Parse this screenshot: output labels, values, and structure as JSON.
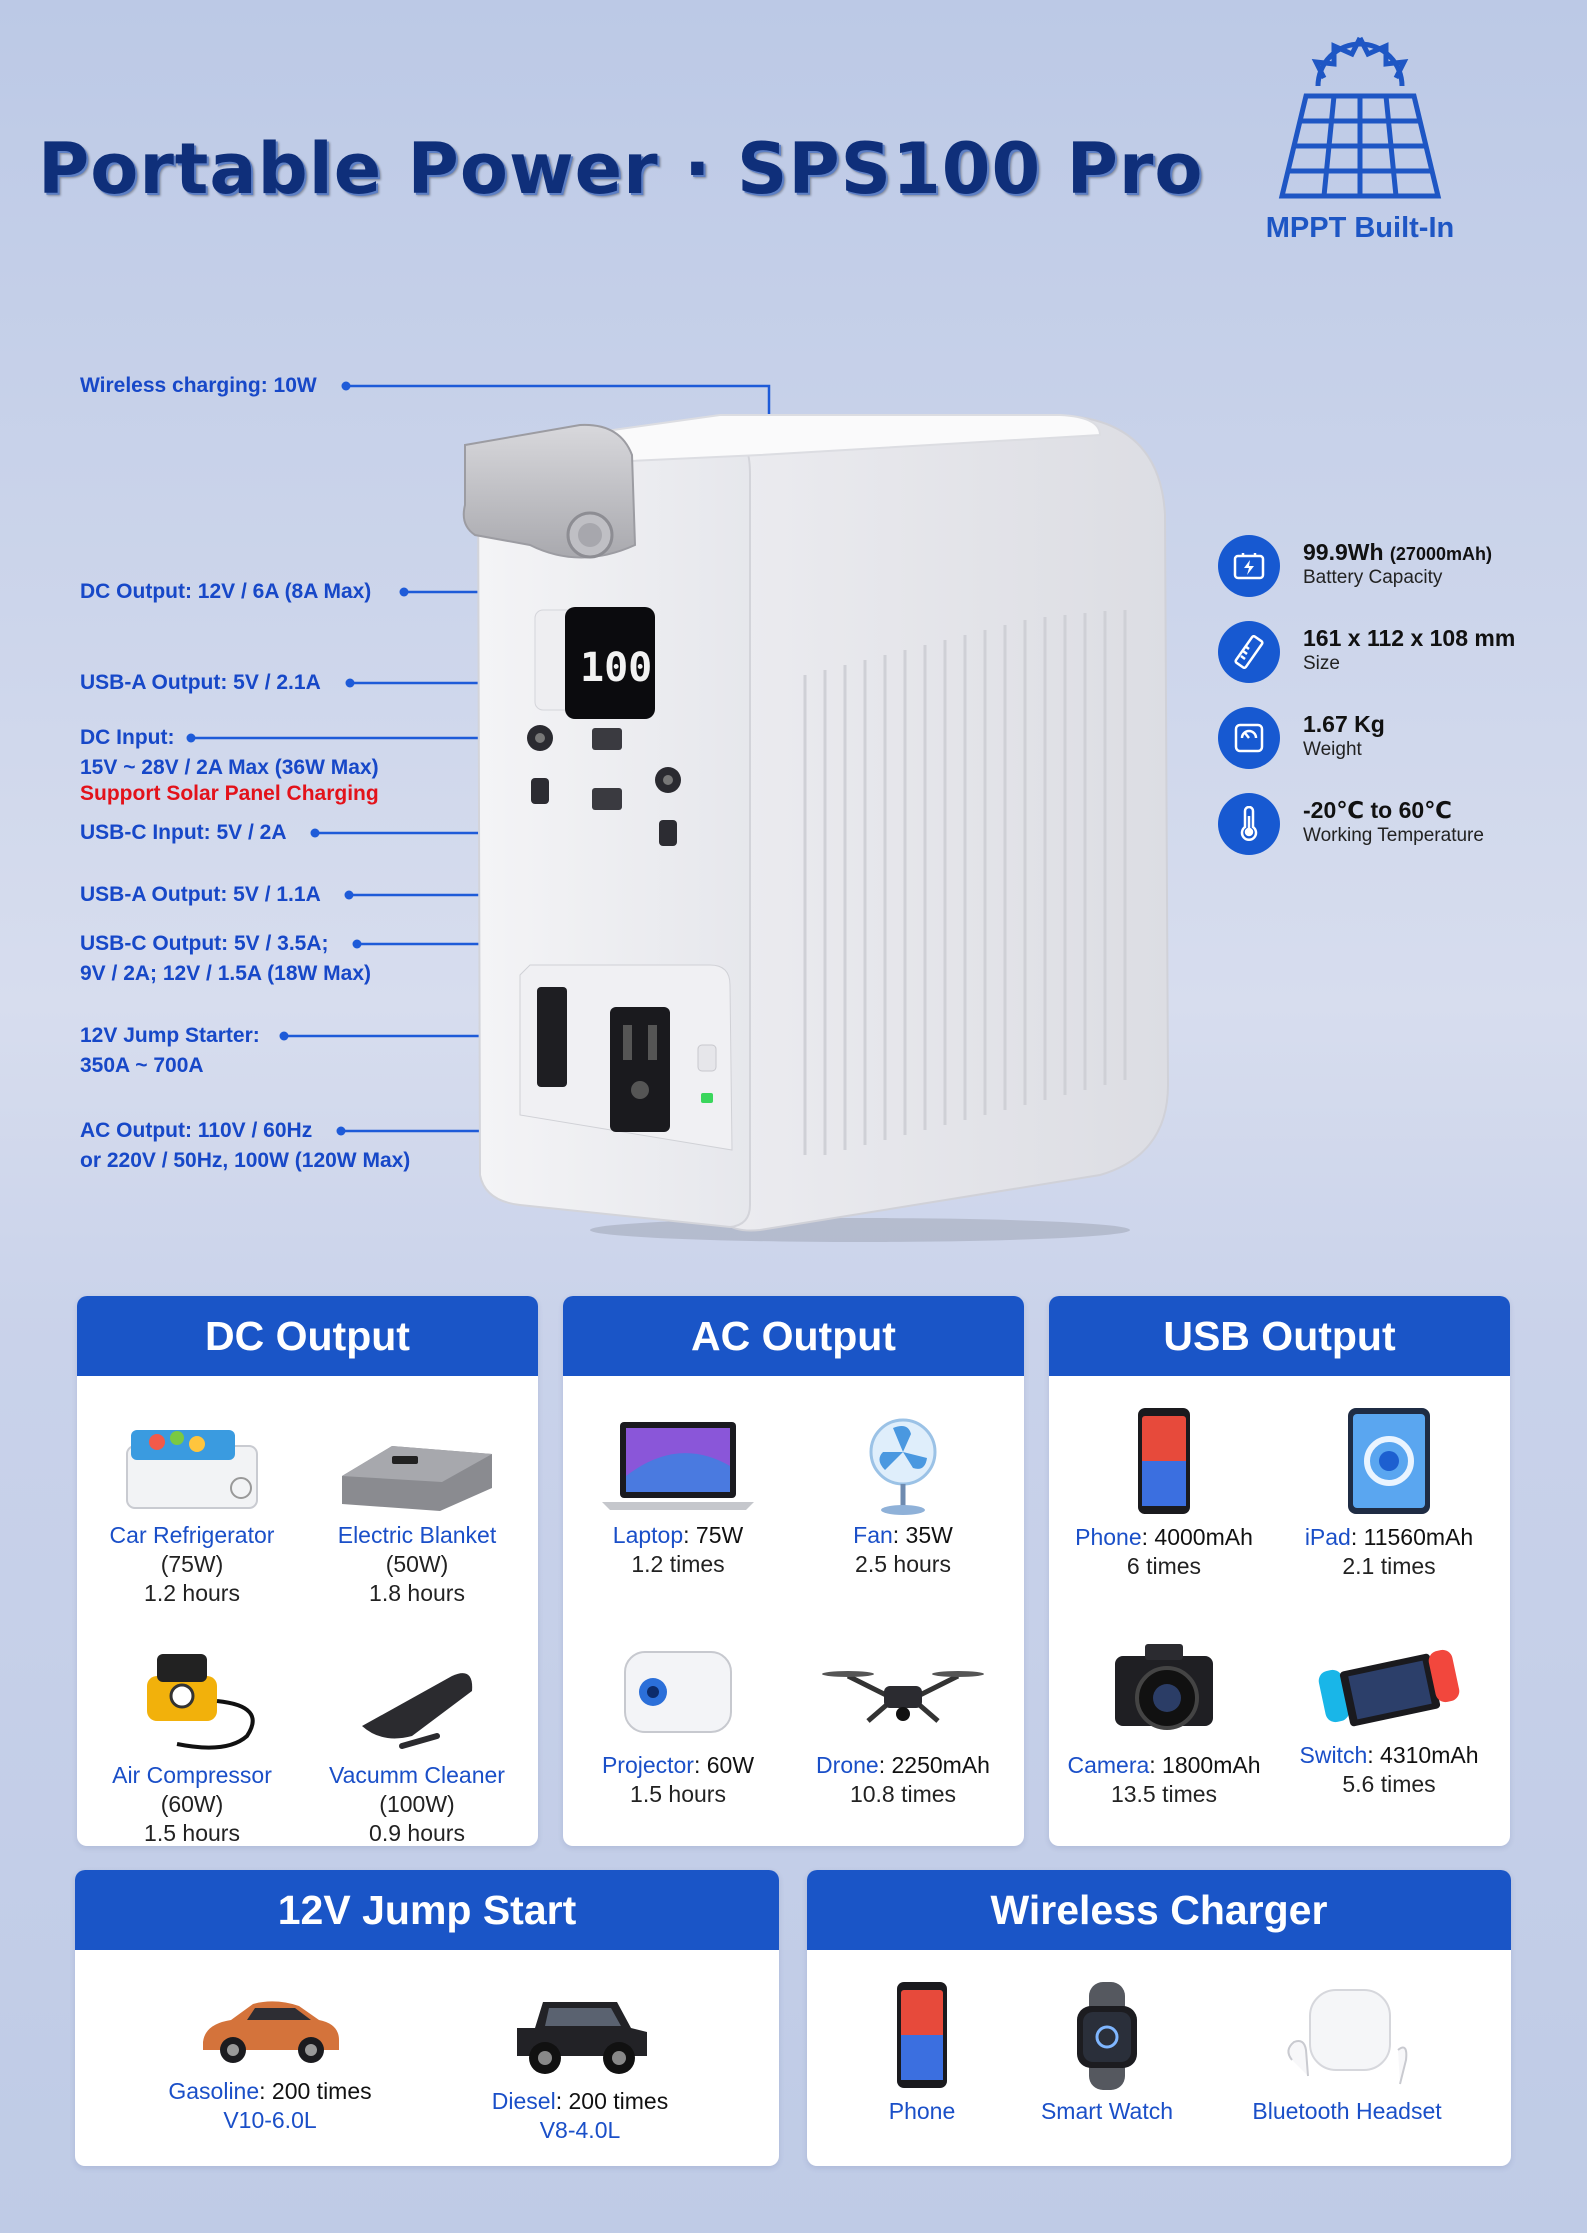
{
  "title": "Portable Power · SPS100 Pro",
  "mppt_label": "MPPT Built-In",
  "callouts": {
    "wireless": "Wireless charging: 10W",
    "dc_output": "DC Output: 12V / 6A (8A Max)",
    "usba_out1": "USB-A Output: 5V / 2.1A",
    "dc_input": "DC Input:",
    "dc_input_range": "15V ~ 28V / 2A Max (36W Max)",
    "solar_note": "Support Solar Panel Charging",
    "usbc_input": "USB-C Input: 5V / 2A",
    "usba_out2": "USB-A Output: 5V / 1.1A",
    "usbc_output": "USB-C Output: 5V / 3.5A;",
    "usbc_output2": "9V / 2A;  12V / 1.5A (18W Max)",
    "jump": "12V Jump Starter:",
    "jump2": "350A ~ 700A",
    "ac_output": "AC Output: 110V / 60Hz",
    "ac_output2": "or 220V / 50Hz, 100W (120W Max)"
  },
  "display_value": "100",
  "specs": [
    {
      "icon": "battery-icon",
      "value": "99.9Wh",
      "extra": "(27000mAh)",
      "label": "Battery Capacity"
    },
    {
      "icon": "ruler-icon",
      "value": "161 x 112 x 108 mm",
      "extra": "",
      "label": "Size"
    },
    {
      "icon": "scale-icon",
      "value": "1.67 Kg",
      "extra": "",
      "label": "Weight"
    },
    {
      "icon": "thermometer-icon",
      "value": "-20℃ to 60℃",
      "extra": "",
      "label": "Working Temperature"
    }
  ],
  "dc_output": {
    "title": "DC Output",
    "items": [
      {
        "name": "Car Refrigerator",
        "power": "(75W)",
        "time": "1.2 hours"
      },
      {
        "name": "Electric Blanket",
        "power": "(50W)",
        "time": "1.8 hours"
      },
      {
        "name": "Air Compressor",
        "power": "(60W)",
        "time": "1.5 hours"
      },
      {
        "name": "Vacumm Cleaner",
        "power": "(100W)",
        "time": "0.9 hours"
      }
    ]
  },
  "ac_output": {
    "title": "AC Output",
    "items": [
      {
        "name": "Laptop",
        "detail": ": 75W",
        "time": "1.2 times"
      },
      {
        "name": "Fan",
        "detail": ": 35W",
        "time": "2.5 hours"
      },
      {
        "name": "Projector",
        "detail": ": 60W",
        "time": "1.5 hours"
      },
      {
        "name": "Drone",
        "detail": ": 2250mAh",
        "time": "10.8 times"
      }
    ]
  },
  "usb_output": {
    "title": "USB Output",
    "items": [
      {
        "name": "Phone",
        "detail": ": 4000mAh",
        "time": "6 times"
      },
      {
        "name": "iPad",
        "detail": ": 11560mAh",
        "time": "2.1 times"
      },
      {
        "name": "Camera",
        "detail": ": 1800mAh",
        "time": "13.5 times"
      },
      {
        "name": "Switch",
        "detail": ": 4310mAh",
        "time": "5.6 times"
      }
    ]
  },
  "jump_start": {
    "title": "12V Jump Start",
    "items": [
      {
        "name": "Gasoline",
        "detail": ": 200 times",
        "engine": "V10-6.0L"
      },
      {
        "name": "Diesel",
        "detail": ": 200 times",
        "engine": "V8-4.0L"
      }
    ]
  },
  "wireless_charger": {
    "title": "Wireless Charger",
    "items": [
      {
        "name": "Phone"
      },
      {
        "name": "Smart Watch"
      },
      {
        "name": "Bluetooth Headset"
      }
    ]
  },
  "colors": {
    "brand_blue": "#1a55c7",
    "callout_blue": "#1748c8",
    "title_navy": "#0f2f7a",
    "warning_red": "#e3121a"
  }
}
